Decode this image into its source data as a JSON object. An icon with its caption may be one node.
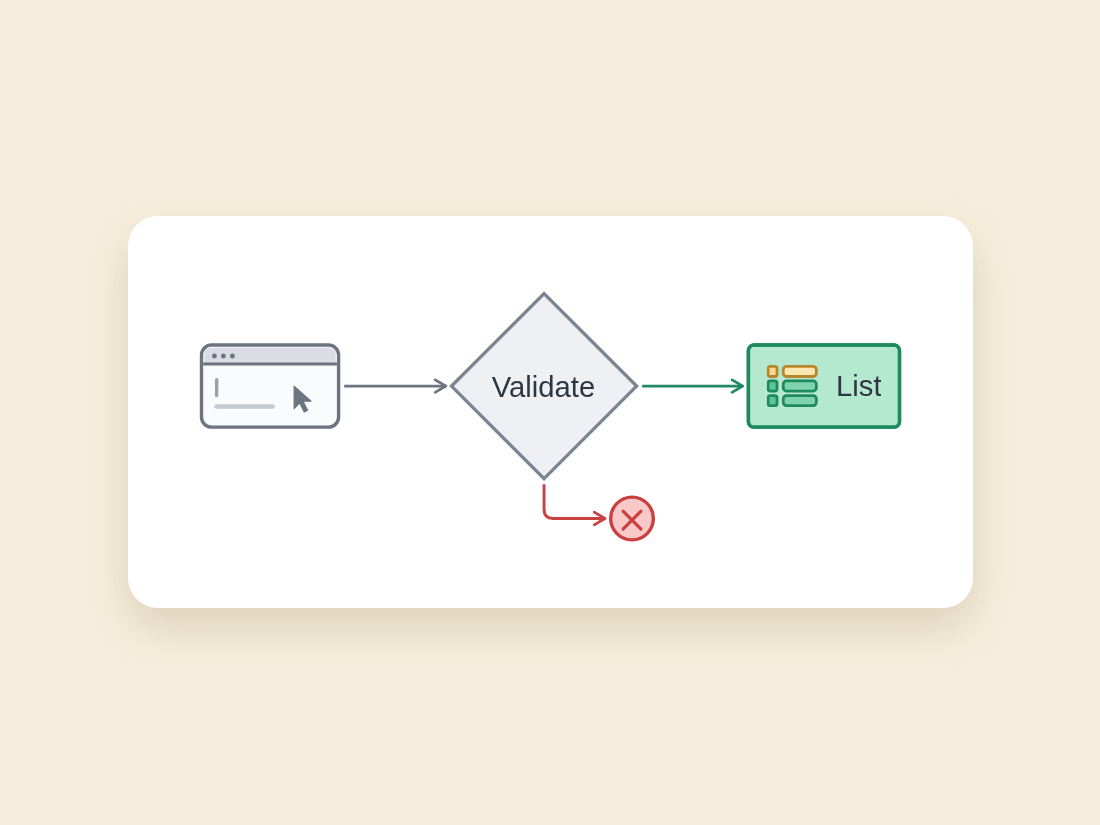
{
  "diagram": {
    "nodes": [
      {
        "text": [],
        "shape": "picture"
      },
      {
        "text": [
          "Validate"
        ]
      },
      {
        "text": [
          "List"
        ]
      },
      {
        "text": [],
        "shape": "circle"
      }
    ],
    "edges": [
      {
        "from": 0,
        "to": 1,
        "arrow": "to"
      },
      {
        "from": 1,
        "to": 2,
        "arrow": "to",
        "color": "#1f8a64"
      },
      {
        "from": 1,
        "to": 3,
        "arrow": "to",
        "color": "#c94040"
      }
    ]
  }
}
